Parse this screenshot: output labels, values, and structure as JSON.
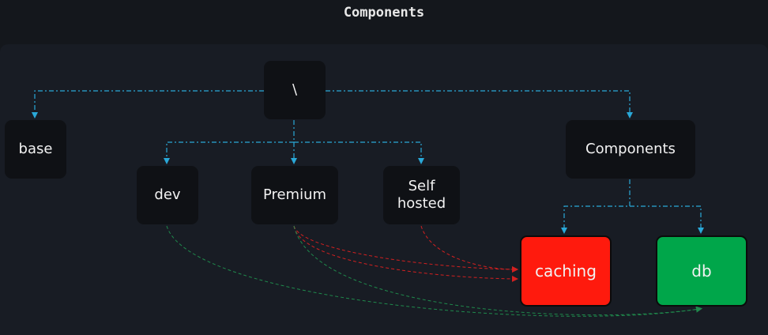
{
  "header": {
    "title": "Components"
  },
  "nodes": {
    "root": "\\",
    "base": "base",
    "dev": "dev",
    "premium": "Premium",
    "self_hosted": "Self\nhosted",
    "components": "Components",
    "caching": "caching",
    "db": "db"
  },
  "colors": {
    "tree_edge": "#2aa8d8",
    "dependency_red": "#d42020",
    "dependency_green": "#1f8a4c",
    "caching_fill": "#ff1a0d",
    "db_fill": "#00a64a"
  }
}
